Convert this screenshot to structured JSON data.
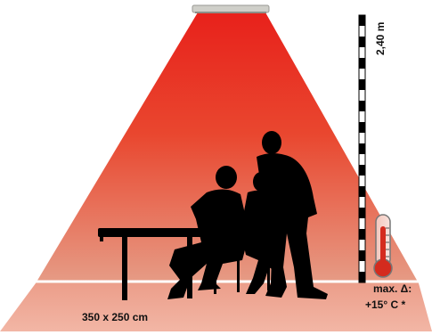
{
  "labels": {
    "area": "350 x 250 cm",
    "height": "2,40 m",
    "delta_line1": "max. Δ:",
    "delta_line2": "+15° C *"
  },
  "colors": {
    "heat_top": "#e8211b",
    "heat_bottom": "#e8a08a",
    "floor": "#eda08e",
    "silhouette": "#000000",
    "heater": "#cfcfc9",
    "thermometer_fill": "#d42b1e"
  },
  "icons": {
    "heater": "infrared-heater-icon",
    "thermometer": "thermometer-icon",
    "people": "people-silhouette",
    "measure": "height-ruler"
  }
}
